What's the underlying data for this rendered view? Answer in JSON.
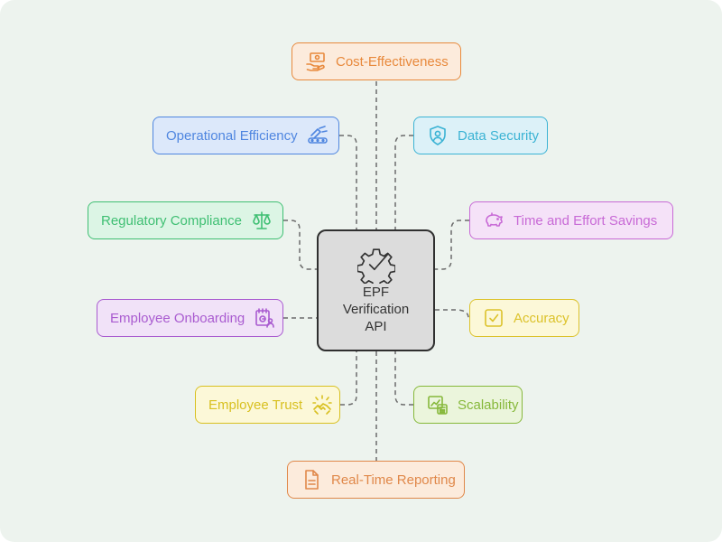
{
  "center": {
    "lines": [
      "EPF",
      "Verification",
      "API"
    ],
    "icon": "gear-check-icon"
  },
  "nodes": [
    {
      "key": "cost",
      "label": "Cost-Effectiveness",
      "icon": "money-hand-icon",
      "color": "#e8893c",
      "fill": "#fcebdc"
    },
    {
      "key": "operational",
      "label": "Operational Efficiency",
      "icon": "conveyor-icon",
      "color": "#4f86e0",
      "fill": "#dce8fa"
    },
    {
      "key": "security",
      "label": "Data Security",
      "icon": "shield-user-icon",
      "color": "#3bb3d4",
      "fill": "#dcf1f8"
    },
    {
      "key": "regulatory",
      "label": "Regulatory Compliance",
      "icon": "scales-icon",
      "color": "#3fbf73",
      "fill": "#dcf5e5"
    },
    {
      "key": "time",
      "label": "Time and Effort Savings",
      "icon": "piggy-bank-icon",
      "color": "#c86ad6",
      "fill": "#f5e2f8"
    },
    {
      "key": "onboarding",
      "label": "Employee Onboarding",
      "icon": "calendar-user-icon",
      "color": "#a95bd0",
      "fill": "#f1e2f8"
    },
    {
      "key": "accuracy",
      "label": "Accuracy",
      "icon": "checkbox-icon",
      "color": "#dcc22a",
      "fill": "#fcf8d8"
    },
    {
      "key": "trust",
      "label": "Employee Trust",
      "icon": "handshake-icon",
      "color": "#d8c020",
      "fill": "#fcf8d8"
    },
    {
      "key": "scalability",
      "label": "Scalability",
      "icon": "chart-calculator-icon",
      "color": "#86b83a",
      "fill": "#ebf5dc"
    },
    {
      "key": "reporting",
      "label": "Real-Time Reporting",
      "icon": "document-icon",
      "color": "#e0884a",
      "fill": "#fcebdc"
    }
  ]
}
